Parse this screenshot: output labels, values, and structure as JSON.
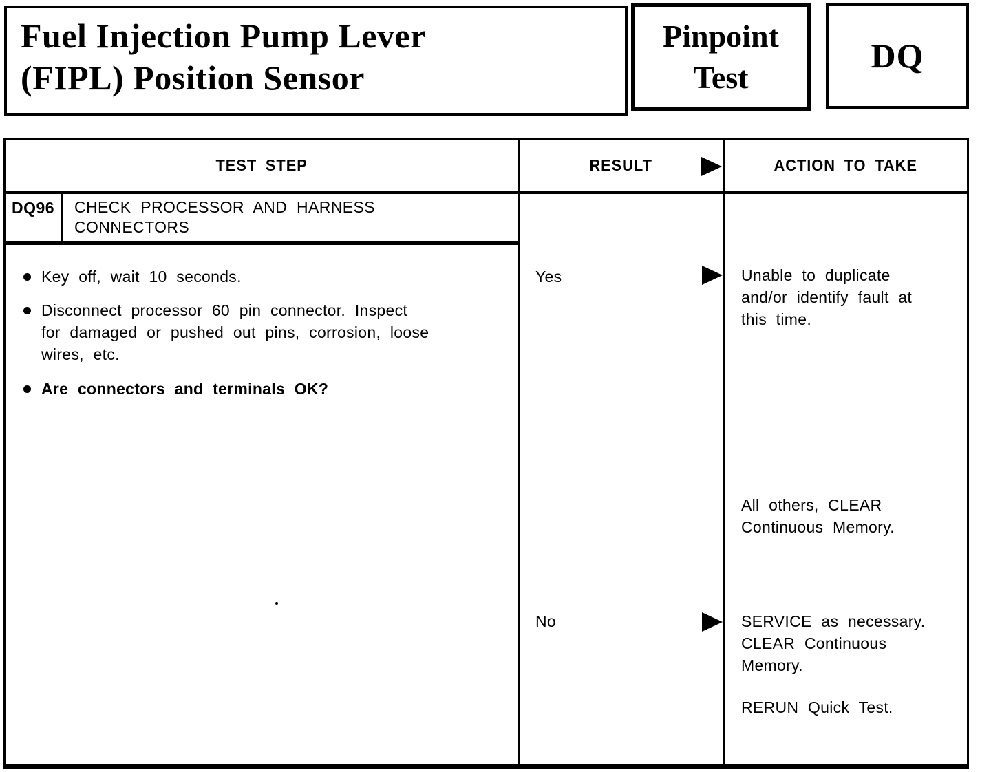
{
  "header": {
    "title": "Fuel Injection Pump Lever\n(FIPL) Position Sensor",
    "pinpoint": "Pinpoint\nTest",
    "code": "DQ"
  },
  "table": {
    "head": {
      "test_step": "TEST STEP",
      "result": "RESULT",
      "action": "ACTION TO TAKE"
    },
    "step": {
      "id": "DQ96",
      "name": "CHECK PROCESSOR AND HARNESS\nCONNECTORS",
      "bullets": [
        {
          "text": "Key off, wait 10 seconds."
        },
        {
          "text": "Disconnect processor 60 pin connector. Inspect\nfor damaged or pushed out pins, corrosion, loose\nwires, etc."
        },
        {
          "text": "Are connectors and terminals OK?"
        }
      ]
    },
    "results": [
      {
        "label": "Yes",
        "actions": [
          "Unable to duplicate\nand/or identify fault at\nthis time.",
          "All others, CLEAR\nContinuous Memory."
        ]
      },
      {
        "label": "No",
        "actions": [
          "SERVICE as necessary.\nCLEAR Continuous\nMemory.",
          "RERUN Quick Test."
        ]
      }
    ]
  },
  "colors": {
    "ink": "#000000",
    "paper": "#ffffff"
  }
}
